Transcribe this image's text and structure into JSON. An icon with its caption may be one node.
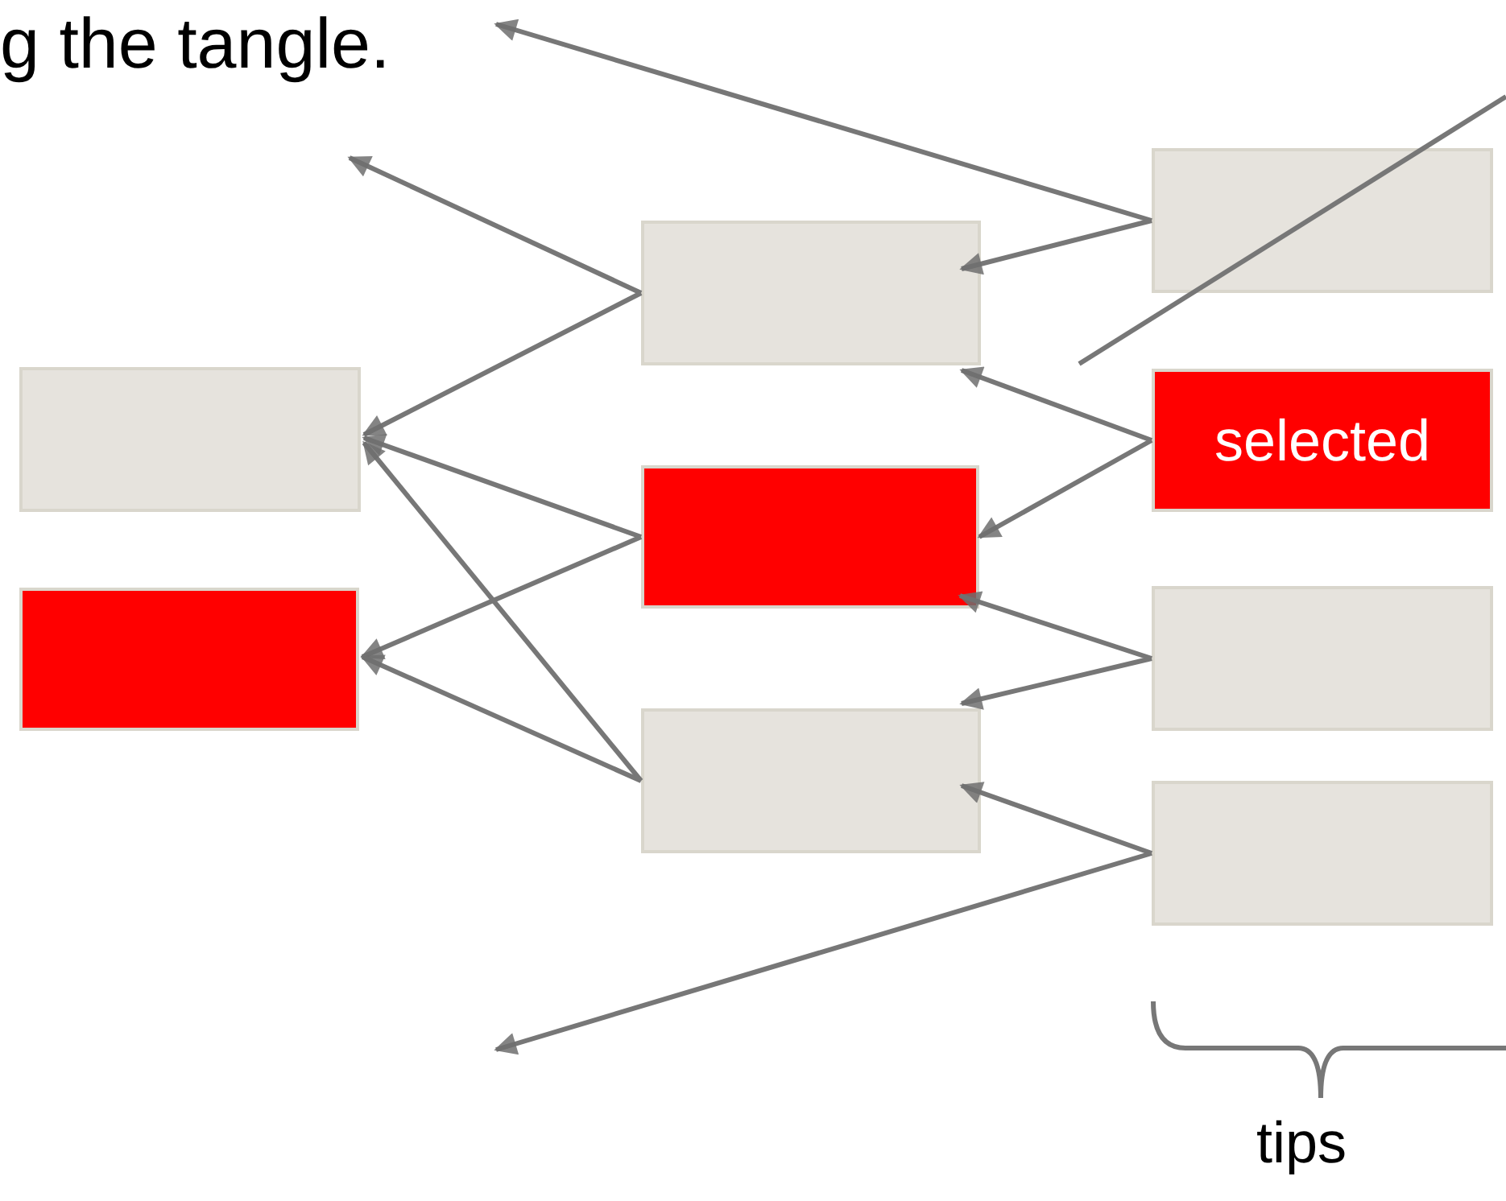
{
  "diagram": {
    "nodes": [
      {
        "text": [],
        "shape": "box"
      },
      {
        "text": [],
        "shape": "box"
      },
      {
        "text": [],
        "shape": "box"
      },
      {
        "text": [],
        "shape": "box"
      },
      {
        "text": [],
        "shape": "box"
      },
      {
        "text": [],
        "shape": "box"
      },
      {
        "text": [
          "selected"
        ]
      },
      {
        "text": [],
        "shape": "box"
      },
      {
        "text": [],
        "shape": "box"
      }
    ],
    "edges": [
      {
        "from": 5,
        "to": null,
        "arrow": "to"
      },
      {
        "from": 5,
        "to": 2,
        "arrow": "to"
      },
      {
        "from": 6,
        "to": 2,
        "arrow": "to"
      },
      {
        "from": 6,
        "to": 3,
        "arrow": "to"
      },
      {
        "from": 7,
        "to": 3,
        "arrow": "to"
      },
      {
        "from": 7,
        "to": 4,
        "arrow": "to"
      },
      {
        "from": 8,
        "to": 4,
        "arrow": "to"
      },
      {
        "from": 8,
        "to": null,
        "arrow": "to"
      },
      {
        "from": 2,
        "to": null,
        "arrow": "to"
      },
      {
        "from": 2,
        "to": 0,
        "arrow": "to"
      },
      {
        "from": 3,
        "to": 0,
        "arrow": "to"
      },
      {
        "from": 3,
        "to": 1,
        "arrow": "to"
      },
      {
        "from": 4,
        "to": 0,
        "arrow": "to"
      },
      {
        "from": 4,
        "to": 1,
        "arrow": "to"
      }
    ],
    "labels": [
      "g the tangle.",
      "tips"
    ]
  }
}
